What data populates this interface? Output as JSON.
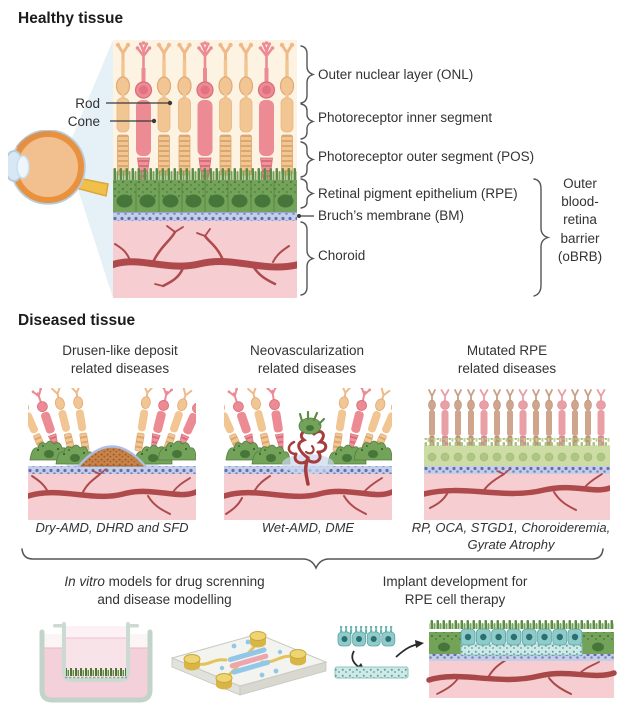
{
  "figure": {
    "healthy": {
      "heading": "Healthy tissue",
      "rod_label": "Rod",
      "cone_label": "Cone",
      "layers": {
        "onl": "Outer nuclear layer (ONL)",
        "inner_segment": "Photoreceptor inner segment",
        "pos": "Photoreceptor outer segment (POS)",
        "rpe": "Retinal pigment epithelium (RPE)",
        "bm": "Bruch’s membrane (BM)",
        "choroid": "Choroid"
      },
      "obrb_label": "Outer\nblood-\nretina\nbarrier\n(oBRB)"
    },
    "diseased": {
      "heading": "Diseased tissue",
      "panels": [
        {
          "title": "Drusen-like deposit\nrelated diseases",
          "examples": "Dry-AMD, DHRD and SFD"
        },
        {
          "title": "Neovascularization\nrelated diseases",
          "examples": "Wet-AMD, DME"
        },
        {
          "title": "Mutated RPE\nrelated diseases",
          "examples": "RP, OCA, STGD1, Choroideremia,\nGyrate Atrophy"
        }
      ]
    },
    "applications": {
      "in_vitro": {
        "lead_italic": "In vitro",
        "rest": " models for drug screnning and disease modelling"
      },
      "implant": "Implant development for\nRPE cell therapy"
    },
    "colors": {
      "photoreceptor_tan": "#f2c693",
      "photoreceptor_pink": "#ec8b93",
      "rpe_green": "#73a259",
      "bruchs_blue": "#c3cfe9",
      "choroid_pink": "#f6cdd1",
      "vessel_red": "#ae4a4c",
      "implant_teal": "#8ecccb",
      "onl_cream": "#fdf3e3"
    }
  }
}
